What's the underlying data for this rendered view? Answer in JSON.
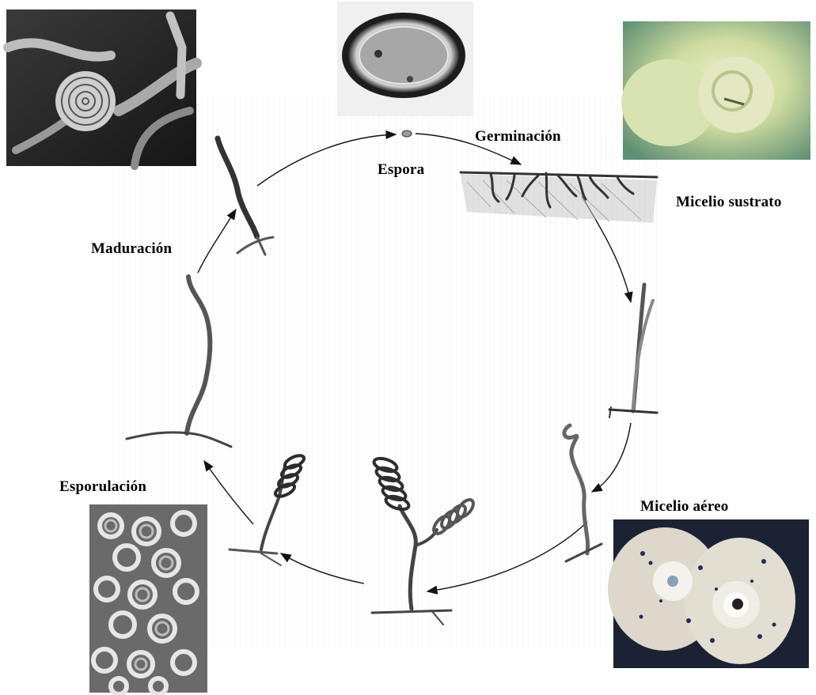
{
  "diagram": {
    "labels": {
      "spore": "Espora",
      "germination": "Germinación",
      "substrate_mycelium": "Micelio sustrato",
      "aerial_mycelium": "Micelio aéreo",
      "sporulation": "Esporulación",
      "maturation": "Maduración"
    },
    "stages": [
      "spore",
      "substrate-mycelium",
      "aerial-hyphae",
      "coiling-hyphae",
      "spore-chains",
      "mature-spore-chain"
    ],
    "photos": [
      "coiled-spore-chain-sem-photo",
      "spore-tem-photo",
      "substrate-colony-photo",
      "sporulating-colonies-photo",
      "spiral-spore-chains-sem-photo"
    ]
  }
}
